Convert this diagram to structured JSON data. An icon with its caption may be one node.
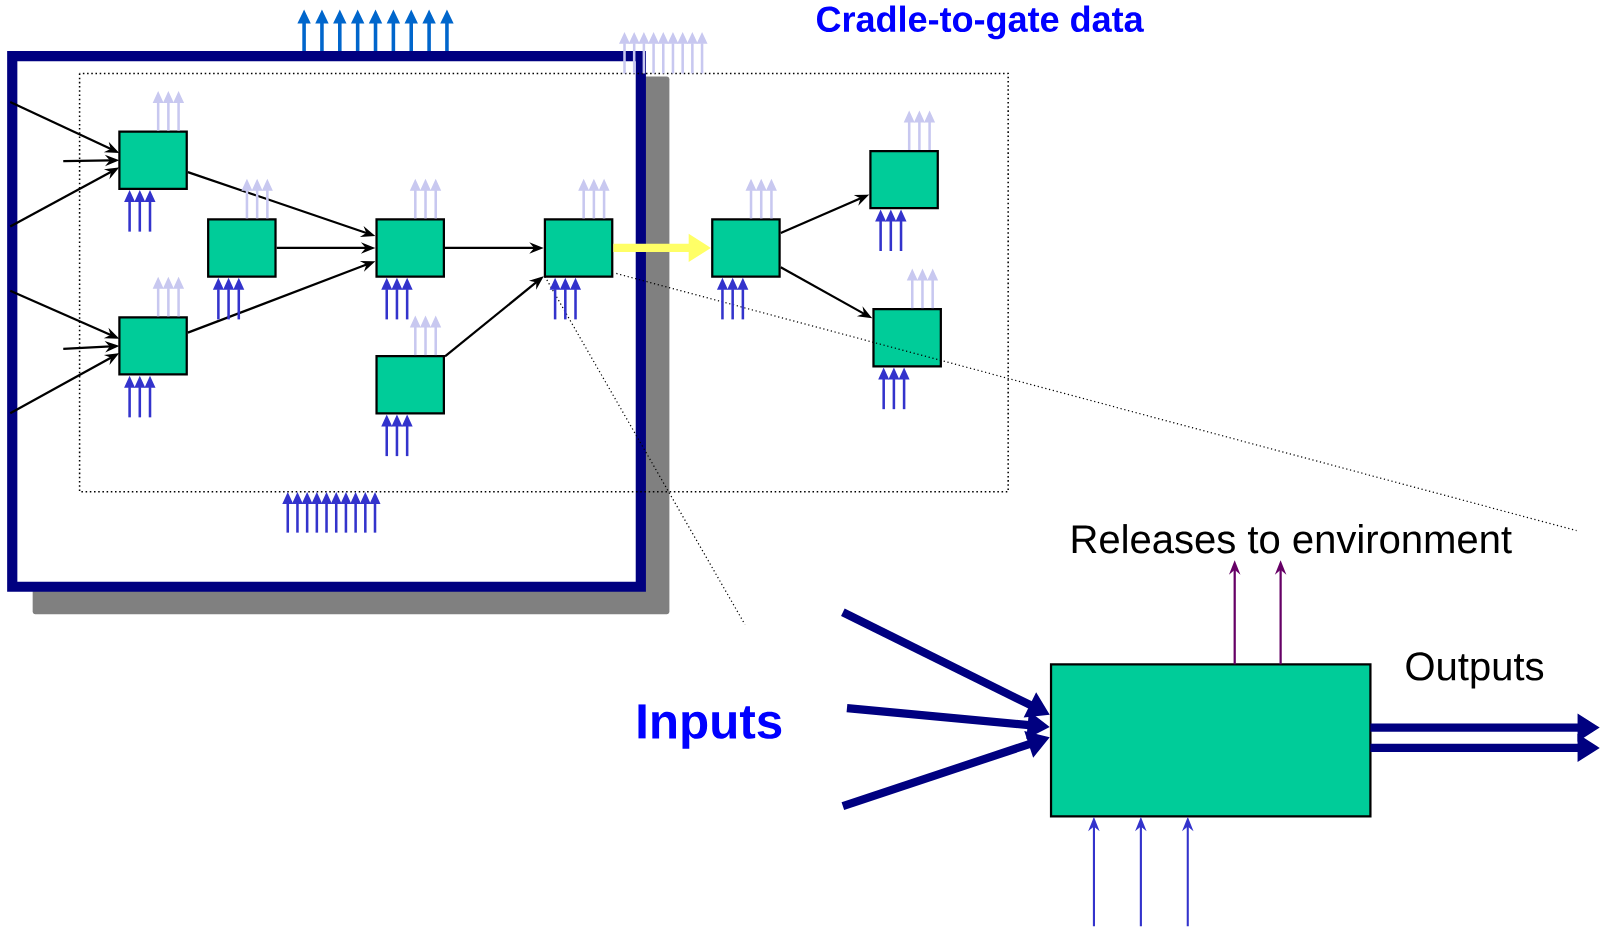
{
  "diagram": {
    "title": "Cradle-to-gate data",
    "nodes": [
      {
        "text": [],
        "shape": "box"
      },
      {
        "text": [],
        "shape": "box"
      },
      {
        "text": [],
        "shape": "box"
      },
      {
        "text": [],
        "shape": "box"
      },
      {
        "text": [],
        "shape": "box"
      },
      {
        "text": [],
        "shape": "box"
      },
      {
        "text": [],
        "shape": "box"
      },
      {
        "text": [],
        "shape": "box"
      },
      {
        "text": [],
        "shape": "box"
      },
      {
        "text": [],
        "shape": "box"
      },
      {
        "text": [
          "Releases to environment"
        ]
      }
    ],
    "edges": [
      {
        "from": null,
        "to": 0,
        "arrow": "to",
        "color": "#000000"
      },
      {
        "from": null,
        "to": 0,
        "arrow": "to",
        "color": "#000000"
      },
      {
        "from": null,
        "to": 0,
        "arrow": "to",
        "color": "#000000"
      },
      {
        "from": null,
        "to": 2,
        "arrow": "to",
        "color": "#000000"
      },
      {
        "from": null,
        "to": 2,
        "arrow": "to",
        "color": "#000000"
      },
      {
        "from": null,
        "to": 2,
        "arrow": "to",
        "color": "#000000"
      },
      {
        "from": 0,
        "to": 3,
        "arrow": "to",
        "color": "#000000"
      },
      {
        "from": 1,
        "to": 3,
        "arrow": "to",
        "color": "#000000"
      },
      {
        "from": 2,
        "to": 3,
        "arrow": "to",
        "color": "#000000"
      },
      {
        "from": 3,
        "to": 5,
        "arrow": "to",
        "color": "#000000"
      },
      {
        "from": 4,
        "to": 5,
        "arrow": "to",
        "color": "#000000"
      },
      {
        "from": 5,
        "to": 6,
        "arrow": "to",
        "style": "thick",
        "color": "#ffff66"
      },
      {
        "from": 6,
        "to": 7,
        "arrow": "to",
        "color": "#000000"
      },
      {
        "from": 6,
        "to": 8,
        "arrow": "to",
        "color": "#000000"
      },
      {
        "from": null,
        "to": 9,
        "arrow": "to",
        "style": "thick",
        "color": "#000080"
      },
      {
        "from": null,
        "to": 9,
        "arrow": "to",
        "style": "thick",
        "color": "#000080"
      },
      {
        "from": null,
        "to": 9,
        "arrow": "to",
        "style": "thick",
        "color": "#000080"
      },
      {
        "from": 9,
        "to": null,
        "arrow": "to",
        "style": "thick",
        "color": "#000080"
      },
      {
        "from": 9,
        "to": null,
        "arrow": "to",
        "style": "thick",
        "color": "#000080"
      },
      {
        "from": 9,
        "to": 10,
        "arrow": "to",
        "color": "#660066"
      },
      {
        "from": 9,
        "to": 10,
        "arrow": "to",
        "color": "#660066"
      },
      {
        "from": null,
        "to": 9,
        "arrow": "to",
        "color": "#3333cc"
      },
      {
        "from": null,
        "to": 9,
        "arrow": "to",
        "color": "#3333cc"
      },
      {
        "from": null,
        "to": 9,
        "arrow": "to",
        "color": "#3333cc"
      },
      {
        "from": 5,
        "to": null,
        "arrow": "none",
        "style": "dashed",
        "color": "#000000"
      },
      {
        "from": 5,
        "to": null,
        "arrow": "none",
        "style": "dashed",
        "color": "#000000"
      },
      {
        "from": 0,
        "to": null,
        "arrow": "to",
        "color": "#c8c8f0"
      },
      {
        "from": 0,
        "to": null,
        "arrow": "to",
        "color": "#c8c8f0"
      },
      {
        "from": 0,
        "to": null,
        "arrow": "to",
        "color": "#c8c8f0"
      },
      {
        "from": null,
        "to": 0,
        "arrow": "to",
        "color": "#3333cc"
      },
      {
        "from": null,
        "to": 0,
        "arrow": "to",
        "color": "#3333cc"
      },
      {
        "from": null,
        "to": 0,
        "arrow": "to",
        "color": "#3333cc"
      },
      {
        "from": 1,
        "to": null,
        "arrow": "to",
        "color": "#c8c8f0"
      },
      {
        "from": 1,
        "to": null,
        "arrow": "to",
        "color": "#c8c8f0"
      },
      {
        "from": 1,
        "to": null,
        "arrow": "to",
        "color": "#c8c8f0"
      },
      {
        "from": null,
        "to": 1,
        "arrow": "to",
        "color": "#3333cc"
      },
      {
        "from": null,
        "to": 1,
        "arrow": "to",
        "color": "#3333cc"
      },
      {
        "from": null,
        "to": 1,
        "arrow": "to",
        "color": "#3333cc"
      },
      {
        "from": 2,
        "to": null,
        "arrow": "to",
        "color": "#c8c8f0"
      },
      {
        "from": 2,
        "to": null,
        "arrow": "to",
        "color": "#c8c8f0"
      },
      {
        "from": 2,
        "to": null,
        "arrow": "to",
        "color": "#c8c8f0"
      },
      {
        "from": null,
        "to": 2,
        "arrow": "to",
        "color": "#3333cc"
      },
      {
        "from": null,
        "to": 2,
        "arrow": "to",
        "color": "#3333cc"
      },
      {
        "from": null,
        "to": 2,
        "arrow": "to",
        "color": "#3333cc"
      },
      {
        "from": 3,
        "to": null,
        "arrow": "to",
        "color": "#c8c8f0"
      },
      {
        "from": 3,
        "to": null,
        "arrow": "to",
        "color": "#c8c8f0"
      },
      {
        "from": 3,
        "to": null,
        "arrow": "to",
        "color": "#c8c8f0"
      },
      {
        "from": null,
        "to": 3,
        "arrow": "to",
        "color": "#3333cc"
      },
      {
        "from": null,
        "to": 3,
        "arrow": "to",
        "color": "#3333cc"
      },
      {
        "from": null,
        "to": 3,
        "arrow": "to",
        "color": "#3333cc"
      },
      {
        "from": 4,
        "to": null,
        "arrow": "to",
        "color": "#c8c8f0"
      },
      {
        "from": 4,
        "to": null,
        "arrow": "to",
        "color": "#c8c8f0"
      },
      {
        "from": 4,
        "to": null,
        "arrow": "to",
        "color": "#c8c8f0"
      },
      {
        "from": null,
        "to": 4,
        "arrow": "to",
        "color": "#3333cc"
      },
      {
        "from": null,
        "to": 4,
        "arrow": "to",
        "color": "#3333cc"
      },
      {
        "from": null,
        "to": 4,
        "arrow": "to",
        "color": "#3333cc"
      },
      {
        "from": 5,
        "to": null,
        "arrow": "to",
        "color": "#c8c8f0"
      },
      {
        "from": 5,
        "to": null,
        "arrow": "to",
        "color": "#c8c8f0"
      },
      {
        "from": 5,
        "to": null,
        "arrow": "to",
        "color": "#c8c8f0"
      },
      {
        "from": null,
        "to": 5,
        "arrow": "to",
        "color": "#3333cc"
      },
      {
        "from": null,
        "to": 5,
        "arrow": "to",
        "color": "#3333cc"
      },
      {
        "from": null,
        "to": 5,
        "arrow": "to",
        "color": "#3333cc"
      },
      {
        "from": 6,
        "to": null,
        "arrow": "to",
        "color": "#c8c8f0"
      },
      {
        "from": 6,
        "to": null,
        "arrow": "to",
        "color": "#c8c8f0"
      },
      {
        "from": 6,
        "to": null,
        "arrow": "to",
        "color": "#c8c8f0"
      },
      {
        "from": null,
        "to": 6,
        "arrow": "to",
        "color": "#3333cc"
      },
      {
        "from": null,
        "to": 6,
        "arrow": "to",
        "color": "#3333cc"
      },
      {
        "from": null,
        "to": 6,
        "arrow": "to",
        "color": "#3333cc"
      },
      {
        "from": 7,
        "to": null,
        "arrow": "to",
        "color": "#c8c8f0"
      },
      {
        "from": 7,
        "to": null,
        "arrow": "to",
        "color": "#c8c8f0"
      },
      {
        "from": 7,
        "to": null,
        "arrow": "to",
        "color": "#c8c8f0"
      },
      {
        "from": null,
        "to": 7,
        "arrow": "to",
        "color": "#3333cc"
      },
      {
        "from": null,
        "to": 7,
        "arrow": "to",
        "color": "#3333cc"
      },
      {
        "from": null,
        "to": 7,
        "arrow": "to",
        "color": "#3333cc"
      },
      {
        "from": 8,
        "to": null,
        "arrow": "to",
        "color": "#c8c8f0"
      },
      {
        "from": 8,
        "to": null,
        "arrow": "to",
        "color": "#c8c8f0"
      },
      {
        "from": 8,
        "to": null,
        "arrow": "to",
        "color": "#c8c8f0"
      },
      {
        "from": null,
        "to": 8,
        "arrow": "to",
        "color": "#3333cc"
      },
      {
        "from": null,
        "to": 8,
        "arrow": "to",
        "color": "#3333cc"
      },
      {
        "from": null,
        "to": 8,
        "arrow": "to",
        "color": "#3333cc"
      }
    ],
    "labels": [
      "Outputs",
      "Inputs"
    ]
  }
}
